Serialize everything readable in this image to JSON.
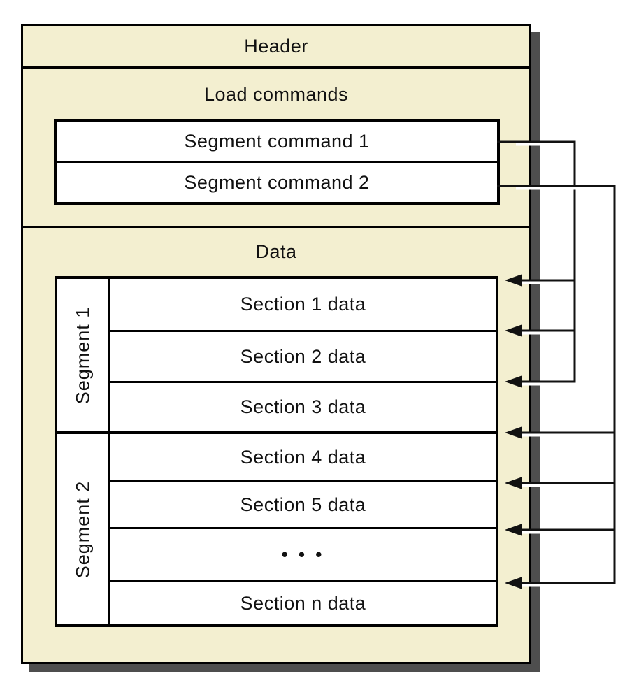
{
  "diagram": {
    "header_label": "Header",
    "load_commands_label": "Load commands",
    "segment_commands": [
      {
        "label": "Segment command 1"
      },
      {
        "label": "Segment command 2"
      }
    ],
    "data_label": "Data",
    "segments": [
      {
        "label": "Segment 1",
        "sections": [
          {
            "label": "Section 1 data"
          },
          {
            "label": "Section 2 data"
          },
          {
            "label": "Section 3 data"
          }
        ]
      },
      {
        "label": "Segment 2",
        "sections": [
          {
            "label": "Section 4 data"
          },
          {
            "label": "Section 5 data"
          },
          {
            "label": "• • •"
          },
          {
            "label": "Section n data"
          }
        ]
      }
    ],
    "colors": {
      "box_fill": "#f3efd0",
      "cell_fill": "#ffffff",
      "line": "#000000",
      "shadow": "#4e4e4e"
    }
  }
}
